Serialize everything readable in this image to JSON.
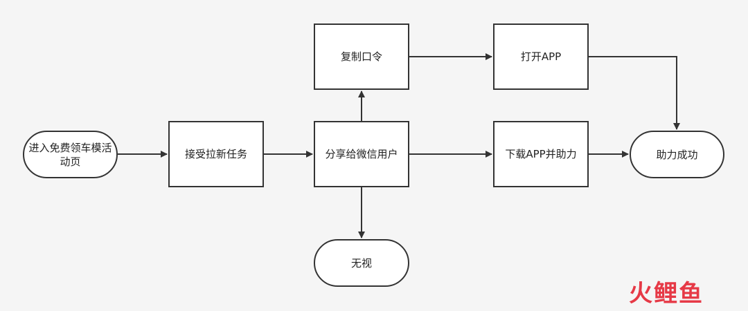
{
  "nodes": {
    "start": "进入免费领车模活动页",
    "accept": "接受拉新任务",
    "share": "分享给微信用户",
    "copy": "复制口令",
    "open_app": "打开APP",
    "download": "下载APP并助力",
    "success": "助力成功",
    "ignore": "无视"
  },
  "watermark": {
    "brand": "火鲤鱼",
    "color": "#e63946"
  },
  "colors": {
    "stroke": "#333333",
    "background": "#f5f5f5",
    "node_fill": "#ffffff"
  }
}
